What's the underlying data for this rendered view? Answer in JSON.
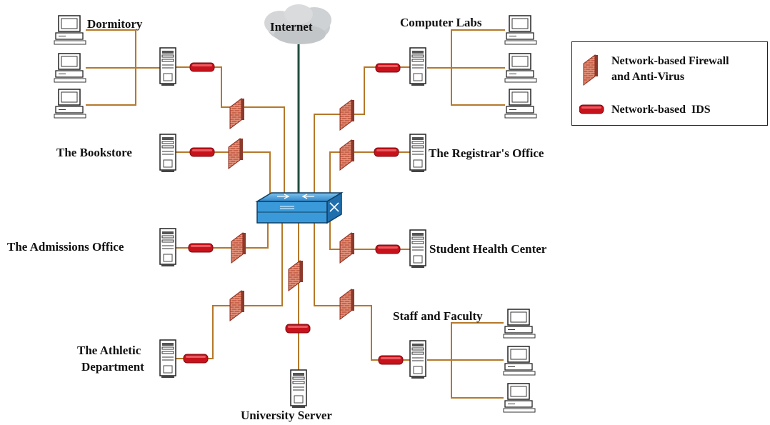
{
  "labels": {
    "internet": "Internet",
    "dormitory": "Dormitory",
    "computer_labs": "Computer Labs",
    "bookstore": "The Bookstore",
    "registrar": "The Registrar's Office",
    "admissions": "The Admissions Office",
    "health": "Student Health Center",
    "athletic_line1": "The Athletic",
    "athletic_line2": "Department",
    "staff_faculty": "Staff and Faculty",
    "university_server": "University Server"
  },
  "legend": {
    "firewall_line1": "Network-based Firewall",
    "firewall_line2": "and Anti-Virus",
    "ids": "Network-based  IDS"
  },
  "colors": {
    "wire": "#b5782a",
    "internet_wire": "#1e4d3f",
    "firewall": "#c45a45",
    "ids": "#c8121b",
    "switch": "#3a9ad9"
  }
}
